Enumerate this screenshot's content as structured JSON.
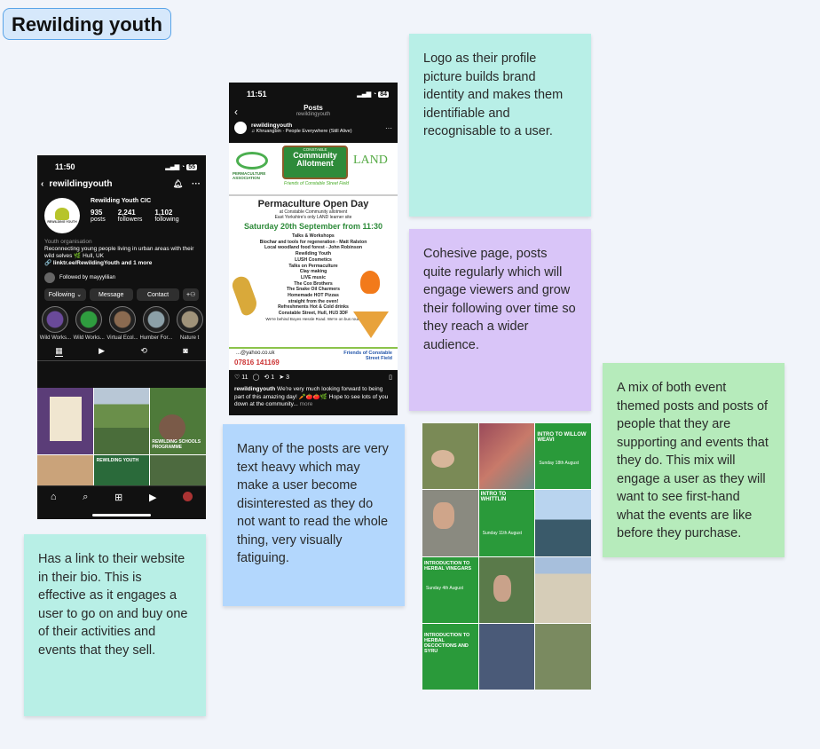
{
  "title": "Rewilding youth",
  "notes": {
    "logo": "Logo as their profile picture builds brand identity and makes them identifiable and recognisable to a user.",
    "cohesive": "Cohesive page, posts quite regularly which will engage viewers and grow their following over time so they reach a wider audience.",
    "mix": "A mix of both event themed posts and posts of people that they are supporting and events that they do. This mix will engage a user as they will want to see first-hand what the events are like before they purchase.",
    "text_heavy": "Many of the posts are very text heavy which may make a user become disinterested as they do not want to read the whole thing, very visually fatiguing.",
    "link": "Has a link to their website in their bio. This is effective as it engages a user to go on and buy one of their activities and events that they sell."
  },
  "profile": {
    "time": "11:50",
    "battery": "55",
    "username": "rewildingyouth",
    "logo_text": "REWILDING YOUTH",
    "name": "Rewilding Youth CIC",
    "posts": "935",
    "posts_label": "posts",
    "followers": "2,241",
    "followers_label": "followers",
    "following": "1,102",
    "following_label": "following",
    "category": "Youth organisation",
    "bio": "Reconnecting young people living in urban areas with their wild selves 🌿 Hull, UK",
    "link": "linktr.ee/RewildingYouth and 1 more",
    "followed_by": "Followed by mayyylilian",
    "btn_following": "Following",
    "btn_message": "Message",
    "btn_contact": "Contact",
    "highlights": [
      "Wild Works...",
      "Wild Works...",
      "Virtual Ecol...",
      "Humber For...",
      "Nature t"
    ],
    "tile_text_a": "REWILDING SCHOOLS PROGRAMME",
    "tile_text_b": "REWILDING YOUTH"
  },
  "post": {
    "time": "11:51",
    "battery": "84",
    "header": "Posts",
    "sub": "rewildingyouth",
    "user": "rewildingyouth",
    "music": "Khruangbin · People Everywhere (Still Alive)",
    "pa": "PERMACULTURE ASSOCIATION",
    "badge_top": "CONSTABLE",
    "badge": "Community Allotment",
    "badge_sub": "Friends of Constable Street Field",
    "land": "LAND",
    "event": "Permaculture Open Day",
    "loc": "at Constable Community allotment",
    "loc2": "East Yorkshire's only LAND learner site",
    "date": "Saturday 20th September from 11:30",
    "lines": [
      "Talks & Workshops",
      "Biochar and tools for regeneration - Matt Ralston",
      "Local woodland food forest - John Robinson",
      "Rewilding Youth",
      "LUSH Cosmetics",
      "Talks on Permaculture",
      "Clay making",
      "LIVE music",
      "The Cox Brothers",
      "The Snake Oil Charmers",
      "Homemade HOT Pizzas",
      "straight from the oven!",
      "Refreshments Hot & Cold drinks",
      "Constable Street, Hull, HU3 3DF",
      "We're behind Boyes Hessle Road. We're on bus route"
    ],
    "email": "...@yahoo.co.uk",
    "phone": "07816 141169",
    "fb": "Friends of Constable Street Field",
    "likes": "11",
    "reposts": "1",
    "shares": "3",
    "caption_user": "rewildingyouth",
    "caption": "We're very much looking forward to being part of this amazing day! 🥕🍅🍅🌿 Hope to see lots of you down at the community...",
    "more": "more"
  },
  "collage": {
    "t1": "INTRO TO WILLOW WEAVI",
    "t2": "INTRO TO WHITTLIN",
    "t3": "INTRODUCTION TO HERBAL VINEGARS",
    "t4": "INTRODUCTION TO HERBAL DECOCTIONS AND SYRU",
    "d1": "Sunday 18th August",
    "d2": "Sunday 11th August",
    "d3": "Sunday 4th August"
  },
  "colors": {
    "title_bg": "#d6e8fb",
    "teal": "#b8efe7",
    "purple": "#d9c5f8",
    "blue": "#b3d7fd",
    "green": "#b6ebbb",
    "teal2": "#b8efe6"
  }
}
